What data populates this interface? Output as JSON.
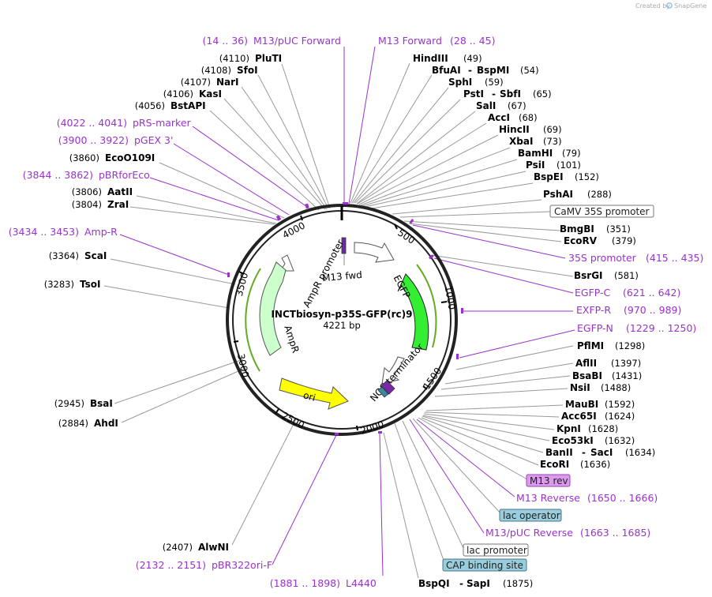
{
  "credit": {
    "text": "Created by",
    "brand": "SnapGene"
  },
  "plasmid": {
    "name": "INCTbiosyn-p35S-GFP(rc)9",
    "size": "4221 bp"
  },
  "ticks": [
    "500",
    "1000",
    "1500",
    "2000",
    "2500",
    "3000",
    "3500",
    "4000"
  ],
  "features": {
    "m13fwd": "M13 fwd",
    "egfp": "EGFP",
    "nos": "NOS terminator",
    "ampr_promoter": "AmpR promoter",
    "ampr": "AmpR",
    "ori": "ori"
  },
  "left_labels": [
    {
      "kind": "primer",
      "pos": "(14 .. 36)",
      "name": "M13/pUC Forward"
    },
    {
      "kind": "enzyme",
      "pos": "(4110)",
      "name": "PluTI"
    },
    {
      "kind": "enzyme",
      "pos": "(4108)",
      "name": "SfoI"
    },
    {
      "kind": "enzyme",
      "pos": "(4107)",
      "name": "NarI"
    },
    {
      "kind": "enzyme",
      "pos": "(4106)",
      "name": "KasI"
    },
    {
      "kind": "enzyme",
      "pos": "(4056)",
      "name": "BstAPI"
    },
    {
      "kind": "primer",
      "pos": "(4022 .. 4041)",
      "name": "pRS-marker"
    },
    {
      "kind": "primer",
      "pos": "(3900 .. 3922)",
      "name": "pGEX 3'"
    },
    {
      "kind": "enzyme",
      "pos": "(3860)",
      "name": "EcoO109I"
    },
    {
      "kind": "primer",
      "pos": "(3844 .. 3862)",
      "name": "pBRforEco"
    },
    {
      "kind": "enzyme",
      "pos": "(3806)",
      "name": "AatII"
    },
    {
      "kind": "enzyme",
      "pos": "(3804)",
      "name": "ZraI"
    },
    {
      "kind": "primer",
      "pos": "(3434 .. 3453)",
      "name": "Amp-R"
    },
    {
      "kind": "enzyme",
      "pos": "(3364)",
      "name": "ScaI"
    },
    {
      "kind": "enzyme",
      "pos": "(3283)",
      "name": "TsoI"
    },
    {
      "kind": "enzyme",
      "pos": "(2945)",
      "name": "BsaI"
    },
    {
      "kind": "enzyme",
      "pos": "(2884)",
      "name": "AhdI"
    },
    {
      "kind": "enzyme",
      "pos": "(2407)",
      "name": "AlwNI"
    },
    {
      "kind": "primer",
      "pos": "(2132 .. 2151)",
      "name": "pBR322ori-F"
    },
    {
      "kind": "primer",
      "pos": "(1881 .. 1898)",
      "name": "L4440"
    }
  ],
  "right_labels": [
    {
      "kind": "primer",
      "name": "M13 Forward",
      "pos": "(28 .. 45)"
    },
    {
      "kind": "enzyme",
      "name": "HindIII",
      "pos": "(49)"
    },
    {
      "kind": "enzyme",
      "name": "BfuAI",
      "name2": "BspMI",
      "pos": "(54)"
    },
    {
      "kind": "enzyme",
      "name": "SphI",
      "pos": "(59)"
    },
    {
      "kind": "enzyme",
      "name": "PstI",
      "name2": "SbfI",
      "pos": "(65)"
    },
    {
      "kind": "enzyme",
      "name": "SalI",
      "pos": "(67)"
    },
    {
      "kind": "enzyme",
      "name": "AccI",
      "pos": "(68)"
    },
    {
      "kind": "enzyme",
      "name": "HincII",
      "pos": "(69)"
    },
    {
      "kind": "enzyme",
      "name": "XbaI",
      "pos": "(73)"
    },
    {
      "kind": "enzyme",
      "name": "BamHI",
      "pos": "(79)"
    },
    {
      "kind": "enzyme",
      "name": "PsiI",
      "pos": "(101)"
    },
    {
      "kind": "enzyme",
      "name": "BspEI",
      "pos": "(152)"
    },
    {
      "kind": "enzyme",
      "name": "PshAI",
      "pos": "(288)"
    },
    {
      "kind": "box",
      "name": "CaMV 35S promoter"
    },
    {
      "kind": "enzyme",
      "name": "BmgBI",
      "pos": "(351)"
    },
    {
      "kind": "enzyme",
      "name": "EcoRV",
      "pos": "(379)"
    },
    {
      "kind": "primer",
      "name": "35S promoter",
      "pos": "(415 .. 435)"
    },
    {
      "kind": "enzyme",
      "name": "BsrGI",
      "pos": "(581)"
    },
    {
      "kind": "primer",
      "name": "EGFP-C",
      "pos": "(621 .. 642)"
    },
    {
      "kind": "primer",
      "name": "EXFP-R",
      "pos": "(970 .. 989)"
    },
    {
      "kind": "primer",
      "name": "EGFP-N",
      "pos": "(1229 .. 1250)"
    },
    {
      "kind": "enzyme",
      "name": "PflMI",
      "pos": "(1298)"
    },
    {
      "kind": "enzyme",
      "name": "AflII",
      "pos": "(1397)"
    },
    {
      "kind": "enzyme",
      "name": "BsaBI",
      "pos": "(1431)"
    },
    {
      "kind": "enzyme",
      "name": "NsiI",
      "pos": "(1488)"
    },
    {
      "kind": "enzyme",
      "name": "MauBI",
      "pos": "(1592)"
    },
    {
      "kind": "enzyme",
      "name": "Acc65I",
      "pos": "(1624)"
    },
    {
      "kind": "enzyme",
      "name": "KpnI",
      "pos": "(1628)"
    },
    {
      "kind": "enzyme",
      "name": "Eco53kI",
      "pos": "(1632)"
    },
    {
      "kind": "enzyme",
      "name": "BanII",
      "name2": "SacI",
      "pos": "(1634)"
    },
    {
      "kind": "enzyme",
      "name": "EcoRI",
      "pos": "(1636)"
    },
    {
      "kind": "box",
      "name": "M13 rev"
    },
    {
      "kind": "primer",
      "name": "M13 Reverse",
      "pos": "(1650 .. 1666)"
    },
    {
      "kind": "box",
      "name": "lac operator"
    },
    {
      "kind": "primer",
      "name": "M13/pUC Reverse",
      "pos": "(1663 .. 1685)"
    },
    {
      "kind": "box",
      "name": "lac promoter"
    },
    {
      "kind": "box",
      "name": "CAP binding site"
    },
    {
      "kind": "enzyme",
      "name": "BspQI",
      "name2": "SapI",
      "pos": "(1875)"
    }
  ]
}
